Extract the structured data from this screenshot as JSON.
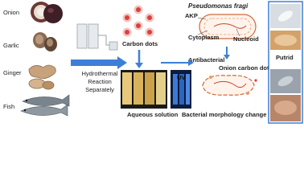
{
  "ingredients": [
    {
      "label": "Onion"
    },
    {
      "label": "Garlic"
    },
    {
      "label": "Ginger"
    },
    {
      "label": "Fish"
    }
  ],
  "process": {
    "line1": "Hydrothermal",
    "line2": "Reaction",
    "line3": "Separately"
  },
  "carbon_dots_label": "Carbon dots",
  "uv_label": "UV",
  "aqueous_label": "Aqueous solution",
  "bacterium": {
    "species": "Pseudomonas fragi",
    "akp": "AKP",
    "cytoplasm": "Cytoplasm",
    "nucleoid": "Nucleoid",
    "antibacterial": "Antibacterial",
    "onion_cds": "Onion carbon dots",
    "morphology": "Bacterial morphology change"
  },
  "putrid_label": "Putrid",
  "colors": {
    "arrow_blue": "#3d7fd8",
    "dot_red": "#d9413c",
    "bacterium_outline": "#d06a3a",
    "label_text": "#222222"
  }
}
